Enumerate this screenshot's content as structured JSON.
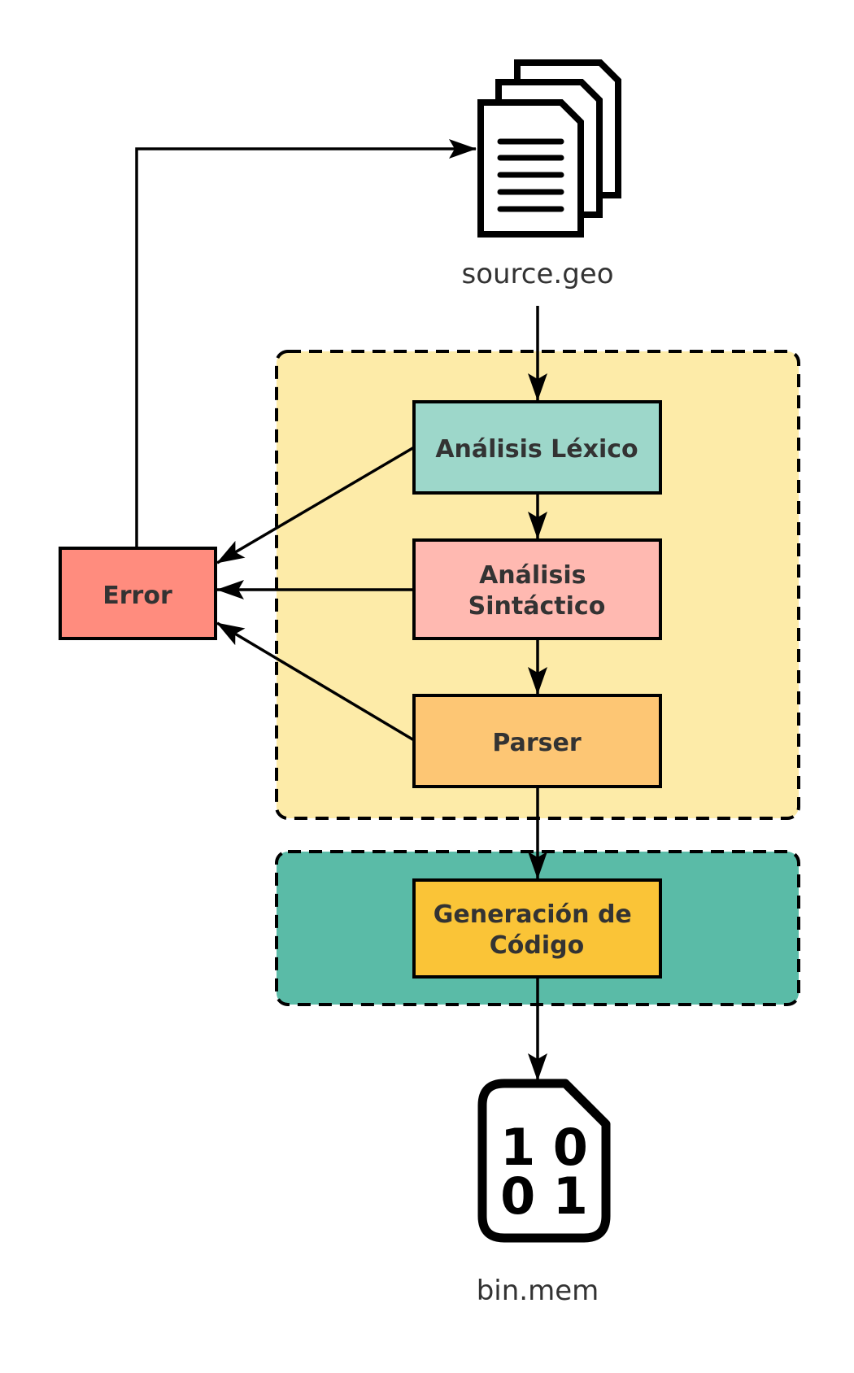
{
  "source_file": {
    "label": "source.geo",
    "icon": "document-stack-icon"
  },
  "output_file": {
    "label": "bin.mem",
    "icon": "binary-file-icon",
    "digits": [
      "1 0",
      "0 1"
    ]
  },
  "groups": {
    "frontend": {
      "fill": "#FDEBA8"
    },
    "backend": {
      "fill": "#5ABBA7"
    }
  },
  "nodes": {
    "lexico": {
      "label": "Análisis Léxico",
      "fill": "#9DD7CA"
    },
    "sintactico": {
      "label_lines": [
        "Análisis",
        "Sintáctico"
      ],
      "fill": "#FFB9B1"
    },
    "parser": {
      "label": "Parser",
      "fill": "#FDC674"
    },
    "codegen": {
      "label_lines": [
        "Generación de",
        "Código"
      ],
      "fill": "#FAC437"
    },
    "error": {
      "label": "Error",
      "fill": "#FF8C7E"
    }
  }
}
